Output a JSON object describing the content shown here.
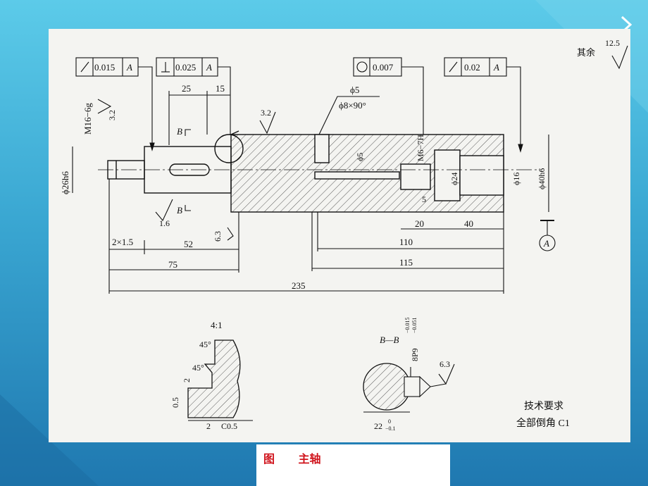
{
  "theme": {
    "accent": "#d0141c",
    "slide_top": "#5ccbe9",
    "slide_bottom": "#1f78b0",
    "paper": "#f4f4f1",
    "ink": "#111111"
  },
  "icons": [
    "next-slide-chevron-icon",
    "runout-symbol-icon",
    "perpendicularity-symbol-icon",
    "circularity-symbol-icon",
    "surface-roughness-symbol-icon",
    "datum-symbol-icon"
  ],
  "caption": {
    "label": "图",
    "title": "主轴"
  },
  "drawing": {
    "general_roughness": {
      "label": "其余",
      "value": "12.5"
    },
    "tolerances": [
      {
        "symbol": "↗",
        "value": "0.015",
        "datum": "A"
      },
      {
        "symbol": "⊥",
        "value": "0.025",
        "datum": "A"
      },
      {
        "symbol": "○",
        "value": "0.007"
      },
      {
        "symbol": "↗",
        "value": "0.02",
        "datum": "A"
      }
    ],
    "labels": {
      "dim_25": "25",
      "dim_15": "15",
      "phi5": "ϕ5",
      "phi8": "ϕ8×90°",
      "ra_32_top": "3.2",
      "thread_m16": "M16−6g",
      "ra_32_left": "3.2",
      "section_b": "B",
      "section_b2": "B",
      "ra_16": "1.6",
      "ra_63_left": "6.3",
      "phi26": "ϕ26h6",
      "dim_2x15": "2×1.5",
      "dim_52": "52",
      "dim_75": "75",
      "dim_235": "235",
      "phi5_inner": "ϕ5",
      "thread_m6": "M6−7H",
      "phi24": "ϕ24",
      "dim_5": "5",
      "phi16": "ϕ16",
      "phi40": "ϕ40h6",
      "dim_20": "20",
      "dim_40": "40",
      "dim_110": "110",
      "dim_115": "115",
      "datum_a": "A"
    },
    "detail": {
      "scale": "4:1",
      "angle1": "45°",
      "angle2": "45°",
      "dim_2": "2",
      "dim_05": "0.5",
      "dim_2b": "2",
      "chamfer": "C0.5"
    },
    "section_bb": {
      "title": "B—B",
      "keyway": "8P9",
      "key_tol_upper": "−0.015",
      "key_tol_lower": "−0.051",
      "roughness": "6.3",
      "dim_22": "22",
      "dim_22_tol_upper": "0",
      "dim_22_tol_lower": "−0.1"
    },
    "requirements": {
      "title": "技术要求",
      "item": "全部倒角 C1"
    }
  }
}
